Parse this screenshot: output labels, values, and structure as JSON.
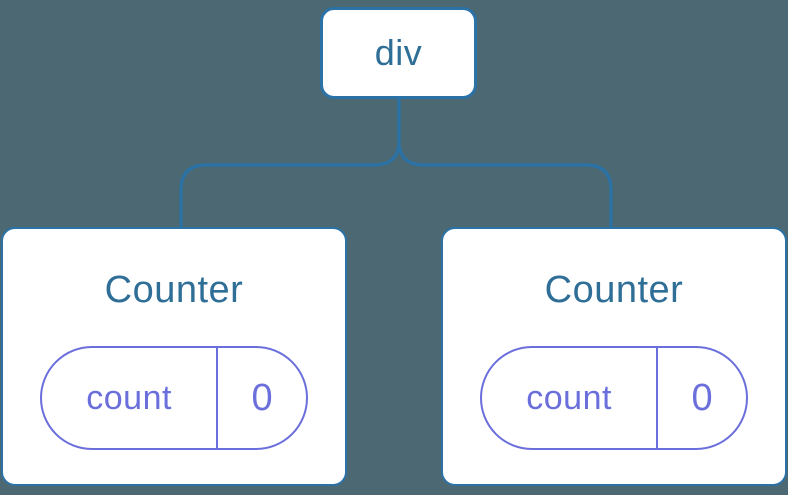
{
  "diagram": {
    "title": "component-tree-with-state",
    "colors": {
      "background": "#4B6873",
      "connector": "#2B72A6",
      "node_border": "#2B72A6",
      "node_fill": "#FFFFFF",
      "node_label": "#2F6E96",
      "state_accent": "#6A6FDB"
    },
    "root": {
      "label": "div"
    },
    "children": [
      {
        "label": "Counter",
        "state": {
          "key": "count",
          "value": "0"
        }
      },
      {
        "label": "Counter",
        "state": {
          "key": "count",
          "value": "0"
        }
      }
    ]
  }
}
